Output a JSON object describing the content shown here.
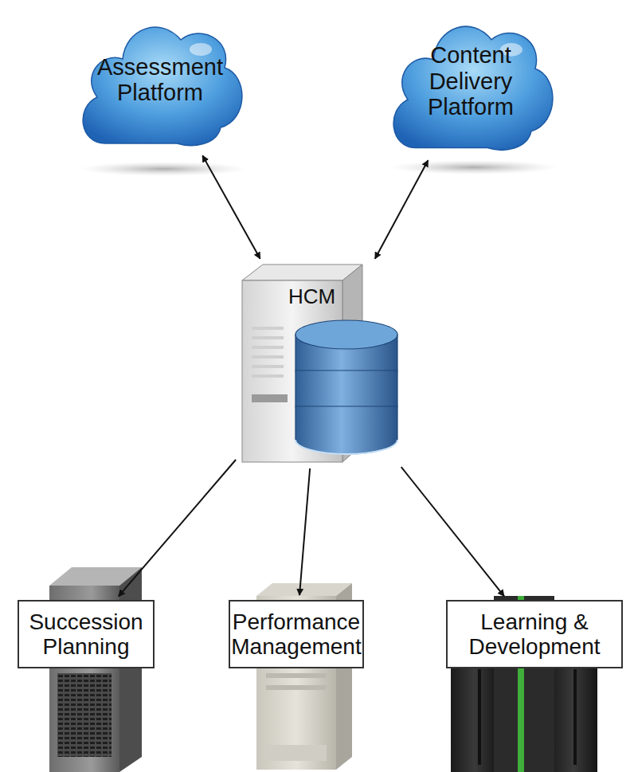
{
  "diagram": {
    "nodes": [
      {
        "text": [
          "Assessment Platform"
        ]
      },
      {
        "text": [
          "Content Delivery Platform"
        ]
      },
      {
        "text": [
          "HCM"
        ]
      },
      {
        "text": [
          "Succession Planning"
        ]
      },
      {
        "text": [
          "Performance Management"
        ]
      },
      {
        "text": [
          "Learning & Development"
        ]
      }
    ],
    "edges": [
      {
        "from": 0,
        "to": 2,
        "arrow": "both"
      },
      {
        "from": 1,
        "to": 2,
        "arrow": "both"
      },
      {
        "from": 2,
        "to": 3,
        "arrow": "to"
      },
      {
        "from": 2,
        "to": 4,
        "arrow": "to"
      },
      {
        "from": 2,
        "to": 5,
        "arrow": "to"
      }
    ]
  }
}
